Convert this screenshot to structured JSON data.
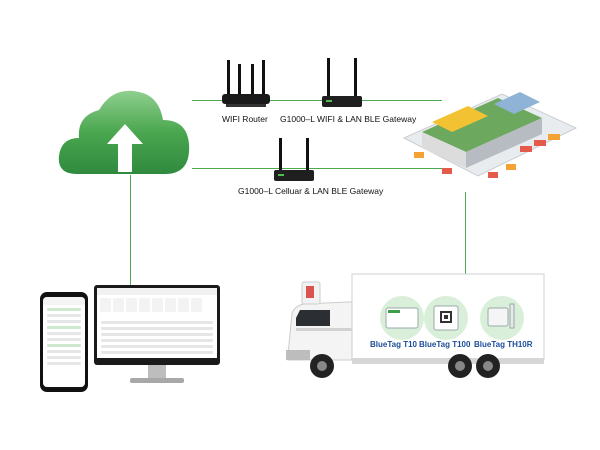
{
  "labels": {
    "wifi_router": "WIFI Router",
    "g1000_wifi": "G1000–L WIFI  &  LAN BLE Gateway",
    "g1000_cell": "G1000–L Celluar & LAN BLE Gateway"
  },
  "tags": [
    {
      "label": "BlueTag T10"
    },
    {
      "label": "BlueTag T100"
    },
    {
      "label": "BlueTag TH10R"
    }
  ],
  "colors": {
    "line": "#4caa4c",
    "cloud": "#3e9e4a",
    "tag_text": "#1b4d9a"
  },
  "icons": [
    "cloud-upload-icon",
    "router-icon",
    "gateway-icon",
    "warehouse-icon",
    "truck-icon",
    "smartphone-icon",
    "monitor-icon"
  ]
}
